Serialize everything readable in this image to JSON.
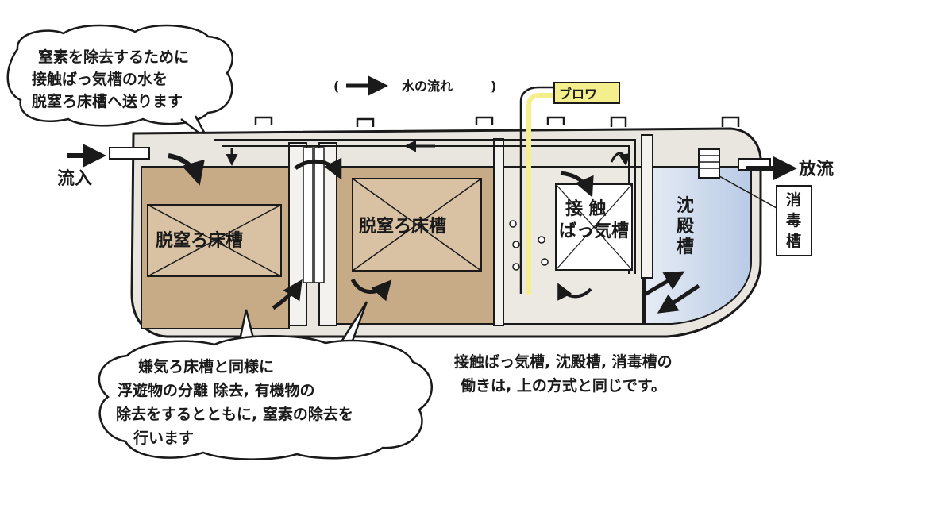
{
  "legend": {
    "text": "水の流れ"
  },
  "top_note": {
    "lines": [
      "窒素を除去するために",
      "接触ばっ気槽の水を",
      "脱窒ろ床槽へ送ります"
    ]
  },
  "bottom_note": {
    "lines": [
      "嫌気ろ床槽と同様に",
      "浮遊物の分離 除去, 有機物の",
      "除去をするとともに, 窒素の除去を",
      "行います"
    ]
  },
  "right_note": {
    "lines": [
      "接触ばっ気槽, 沈殿槽, 消毒槽の",
      "働きは, 上の方式と同じです。"
    ]
  },
  "labels": {
    "inflow": "流入",
    "outflow": "放流",
    "blower": "ブロワ",
    "tank1": "脱窒ろ床槽",
    "tank2": "脱窒ろ床槽",
    "tank3_line1": "接 触",
    "tank3_line2": "ばっ気槽",
    "tank4_line1": "沈",
    "tank4_line2": "殿",
    "tank4_line3": "槽",
    "disinfect_line1": "消",
    "disinfect_line2": "毒",
    "disinfect_line3": "槽"
  },
  "colors": {
    "tank_brown": "#c7aa86",
    "media_fill": "#d9c2a3",
    "settling_blue": "#c8d6ea",
    "wall_gray": "#e9e6e0",
    "blower_yellow": "#f4ef8c",
    "ink": "#1a1a1a"
  }
}
